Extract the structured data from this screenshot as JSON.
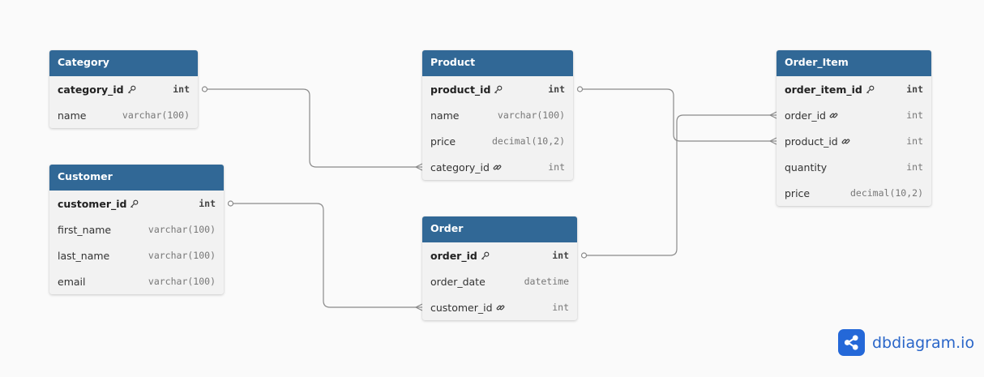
{
  "tables": [
    {
      "id": "category",
      "name": "Category",
      "fields": [
        {
          "name": "category_id",
          "type": "int",
          "pk": true,
          "fk": false
        },
        {
          "name": "name",
          "type": "varchar(100)",
          "pk": false,
          "fk": false
        }
      ]
    },
    {
      "id": "customer",
      "name": "Customer",
      "fields": [
        {
          "name": "customer_id",
          "type": "int",
          "pk": true,
          "fk": false
        },
        {
          "name": "first_name",
          "type": "varchar(100)",
          "pk": false,
          "fk": false
        },
        {
          "name": "last_name",
          "type": "varchar(100)",
          "pk": false,
          "fk": false
        },
        {
          "name": "email",
          "type": "varchar(100)",
          "pk": false,
          "fk": false
        }
      ]
    },
    {
      "id": "product",
      "name": "Product",
      "fields": [
        {
          "name": "product_id",
          "type": "int",
          "pk": true,
          "fk": false
        },
        {
          "name": "name",
          "type": "varchar(100)",
          "pk": false,
          "fk": false
        },
        {
          "name": "price",
          "type": "decimal(10,2)",
          "pk": false,
          "fk": false
        },
        {
          "name": "category_id",
          "type": "int",
          "pk": false,
          "fk": true
        }
      ]
    },
    {
      "id": "order",
      "name": "Order",
      "fields": [
        {
          "name": "order_id",
          "type": "int",
          "pk": true,
          "fk": false
        },
        {
          "name": "order_date",
          "type": "datetime",
          "pk": false,
          "fk": false
        },
        {
          "name": "customer_id",
          "type": "int",
          "pk": false,
          "fk": true
        }
      ]
    },
    {
      "id": "order_item",
      "name": "Order_Item",
      "fields": [
        {
          "name": "order_item_id",
          "type": "int",
          "pk": true,
          "fk": false
        },
        {
          "name": "order_id",
          "type": "int",
          "pk": false,
          "fk": true
        },
        {
          "name": "product_id",
          "type": "int",
          "pk": false,
          "fk": true
        },
        {
          "name": "quantity",
          "type": "int",
          "pk": false,
          "fk": false
        },
        {
          "name": "price",
          "type": "decimal(10,2)",
          "pk": false,
          "fk": false
        }
      ]
    }
  ],
  "relationships": [
    {
      "from": "category.category_id",
      "to": "product.category_id",
      "cardinality": "one-to-many"
    },
    {
      "from": "customer.customer_id",
      "to": "order.customer_id",
      "cardinality": "one-to-many"
    },
    {
      "from": "product.product_id",
      "to": "order_item.product_id",
      "cardinality": "one-to-many"
    },
    {
      "from": "order.order_id",
      "to": "order_item.order_id",
      "cardinality": "one-to-many"
    }
  ],
  "branding": {
    "name": "dbdiagram.io",
    "icon": "share-nodes-icon"
  },
  "colors": {
    "header": "#316896",
    "body": "#f2f2f2",
    "link": "#8a8a8a",
    "brand": "#2468d8",
    "background": "#fafafa"
  }
}
